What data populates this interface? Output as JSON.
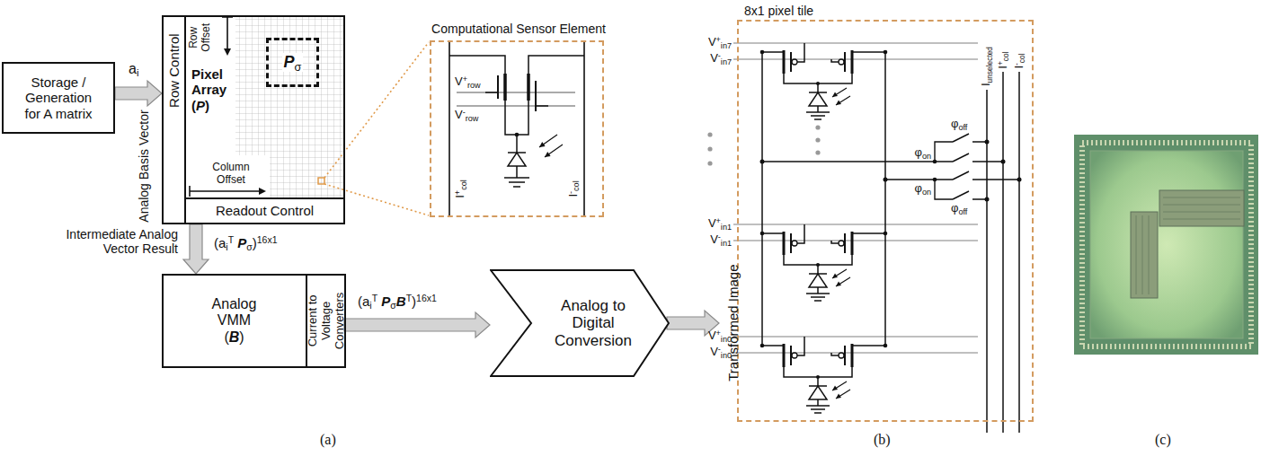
{
  "diagram": {
    "nodes": [
      {
        "text": [
          "Storage / Generation for A matrix"
        ]
      },
      {
        "text": [
          "Row Control"
        ]
      },
      {
        "text": [
          "Pixel Array (P)"
        ]
      },
      {
        "text": [
          "Pσ"
        ],
        "in": 2
      },
      {
        "text": [
          "Readout Control"
        ]
      },
      {
        "text": [
          "Computational Sensor Element"
        ]
      },
      {
        "text": [
          "Analog VMM (B)"
        ]
      },
      {
        "text": [
          "Current to Voltage Converters"
        ],
        "in": 6
      },
      {
        "text": [
          "Analog to Digital Conversion"
        ]
      },
      {
        "text": [
          "8x1 pixel tile"
        ]
      }
    ],
    "edges": [
      {
        "from": 0,
        "to": 1,
        "arrow": "to",
        "label": "ai"
      },
      {
        "from": 4,
        "to": 6,
        "arrow": "to",
        "label": "(aiT Pσ)16x1"
      },
      {
        "from": 7,
        "to": 8,
        "arrow": "to",
        "label": "(aiT PσBT)16x1"
      }
    ],
    "labels": [
      "Analog Basis Vector",
      "Row Offset",
      "Column Offset",
      "V+row",
      "V-row",
      "I+col",
      "I-col",
      "Intermediate Analog Vector Result",
      "Transformed Image",
      "(a)",
      "V+in7",
      "V-in7",
      "V+in1",
      "V-in1",
      "V+in0",
      "V-in0",
      "Iunselected",
      "I+col",
      "I-col",
      "φoff",
      "φon",
      "φon",
      "φoff",
      "(b)",
      "(c)"
    ]
  }
}
